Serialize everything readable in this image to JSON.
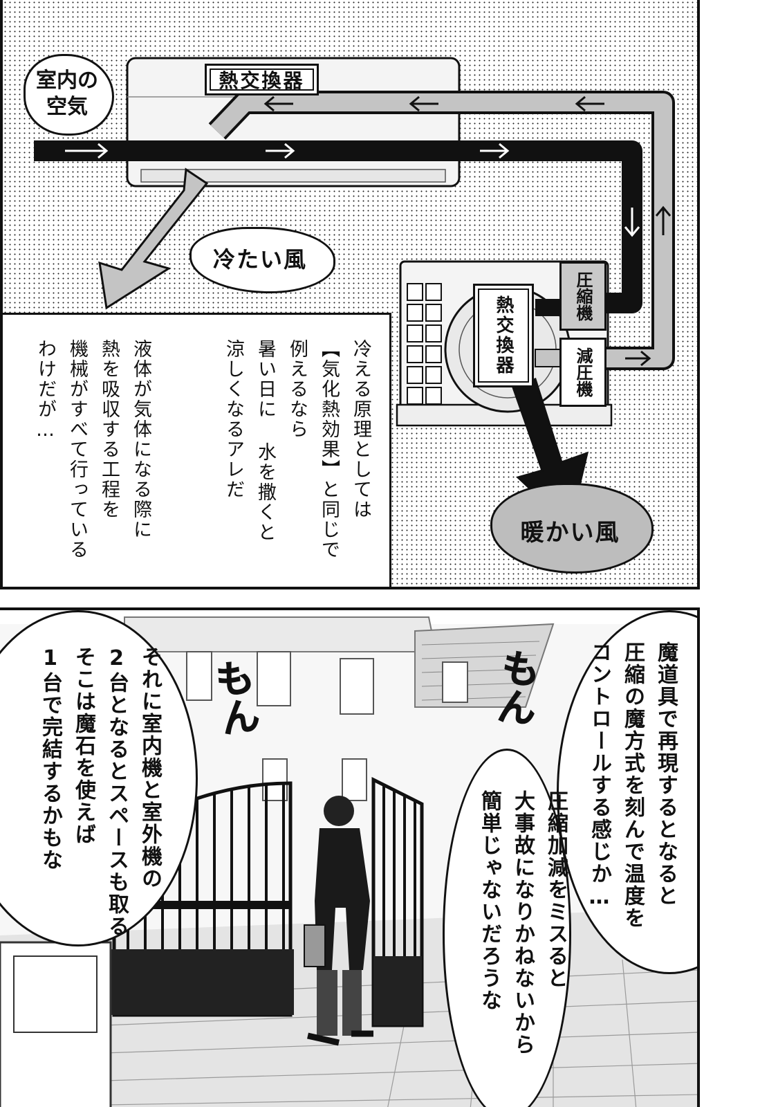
{
  "diagram": {
    "indoor_air": "室内の空気",
    "heat_exchanger_indoor": "熱交換器",
    "cold_wind": "冷たい風",
    "compressor": "圧縮機",
    "heat_exchanger_outdoor": "熱交換器",
    "decompressor": "減圧機",
    "warm_wind": "暖かい風"
  },
  "narration_1": {
    "lines": [
      "冷える原理としては",
      "【気化熱効果】と同じで",
      "例えるなら",
      "暑い日に 水を撒くと",
      "涼しくなるアレだ"
    ]
  },
  "narration_2": {
    "lines": [
      "液体が気体になる際に",
      "熱を吸収する工程を",
      "機械がすべて行っている",
      "わけだが…"
    ]
  },
  "bubble_right": {
    "lines": [
      "魔道具で再現するとなると",
      "圧縮の魔方式を刻んで温度を",
      "コントロールする感じか…"
    ]
  },
  "bubble_center": {
    "lines": [
      "圧縮加減をミスると",
      "大事故になりかねないから",
      "簡単じゃないだろうな"
    ]
  },
  "bubble_left": {
    "lines": [
      "それに室内機と室外機の",
      "2台となるとスペースも取る",
      "そこは魔石を使えば",
      "1台で完結するかもな"
    ]
  },
  "sfx": {
    "mon_left": "もん",
    "mon_right": "もん"
  }
}
